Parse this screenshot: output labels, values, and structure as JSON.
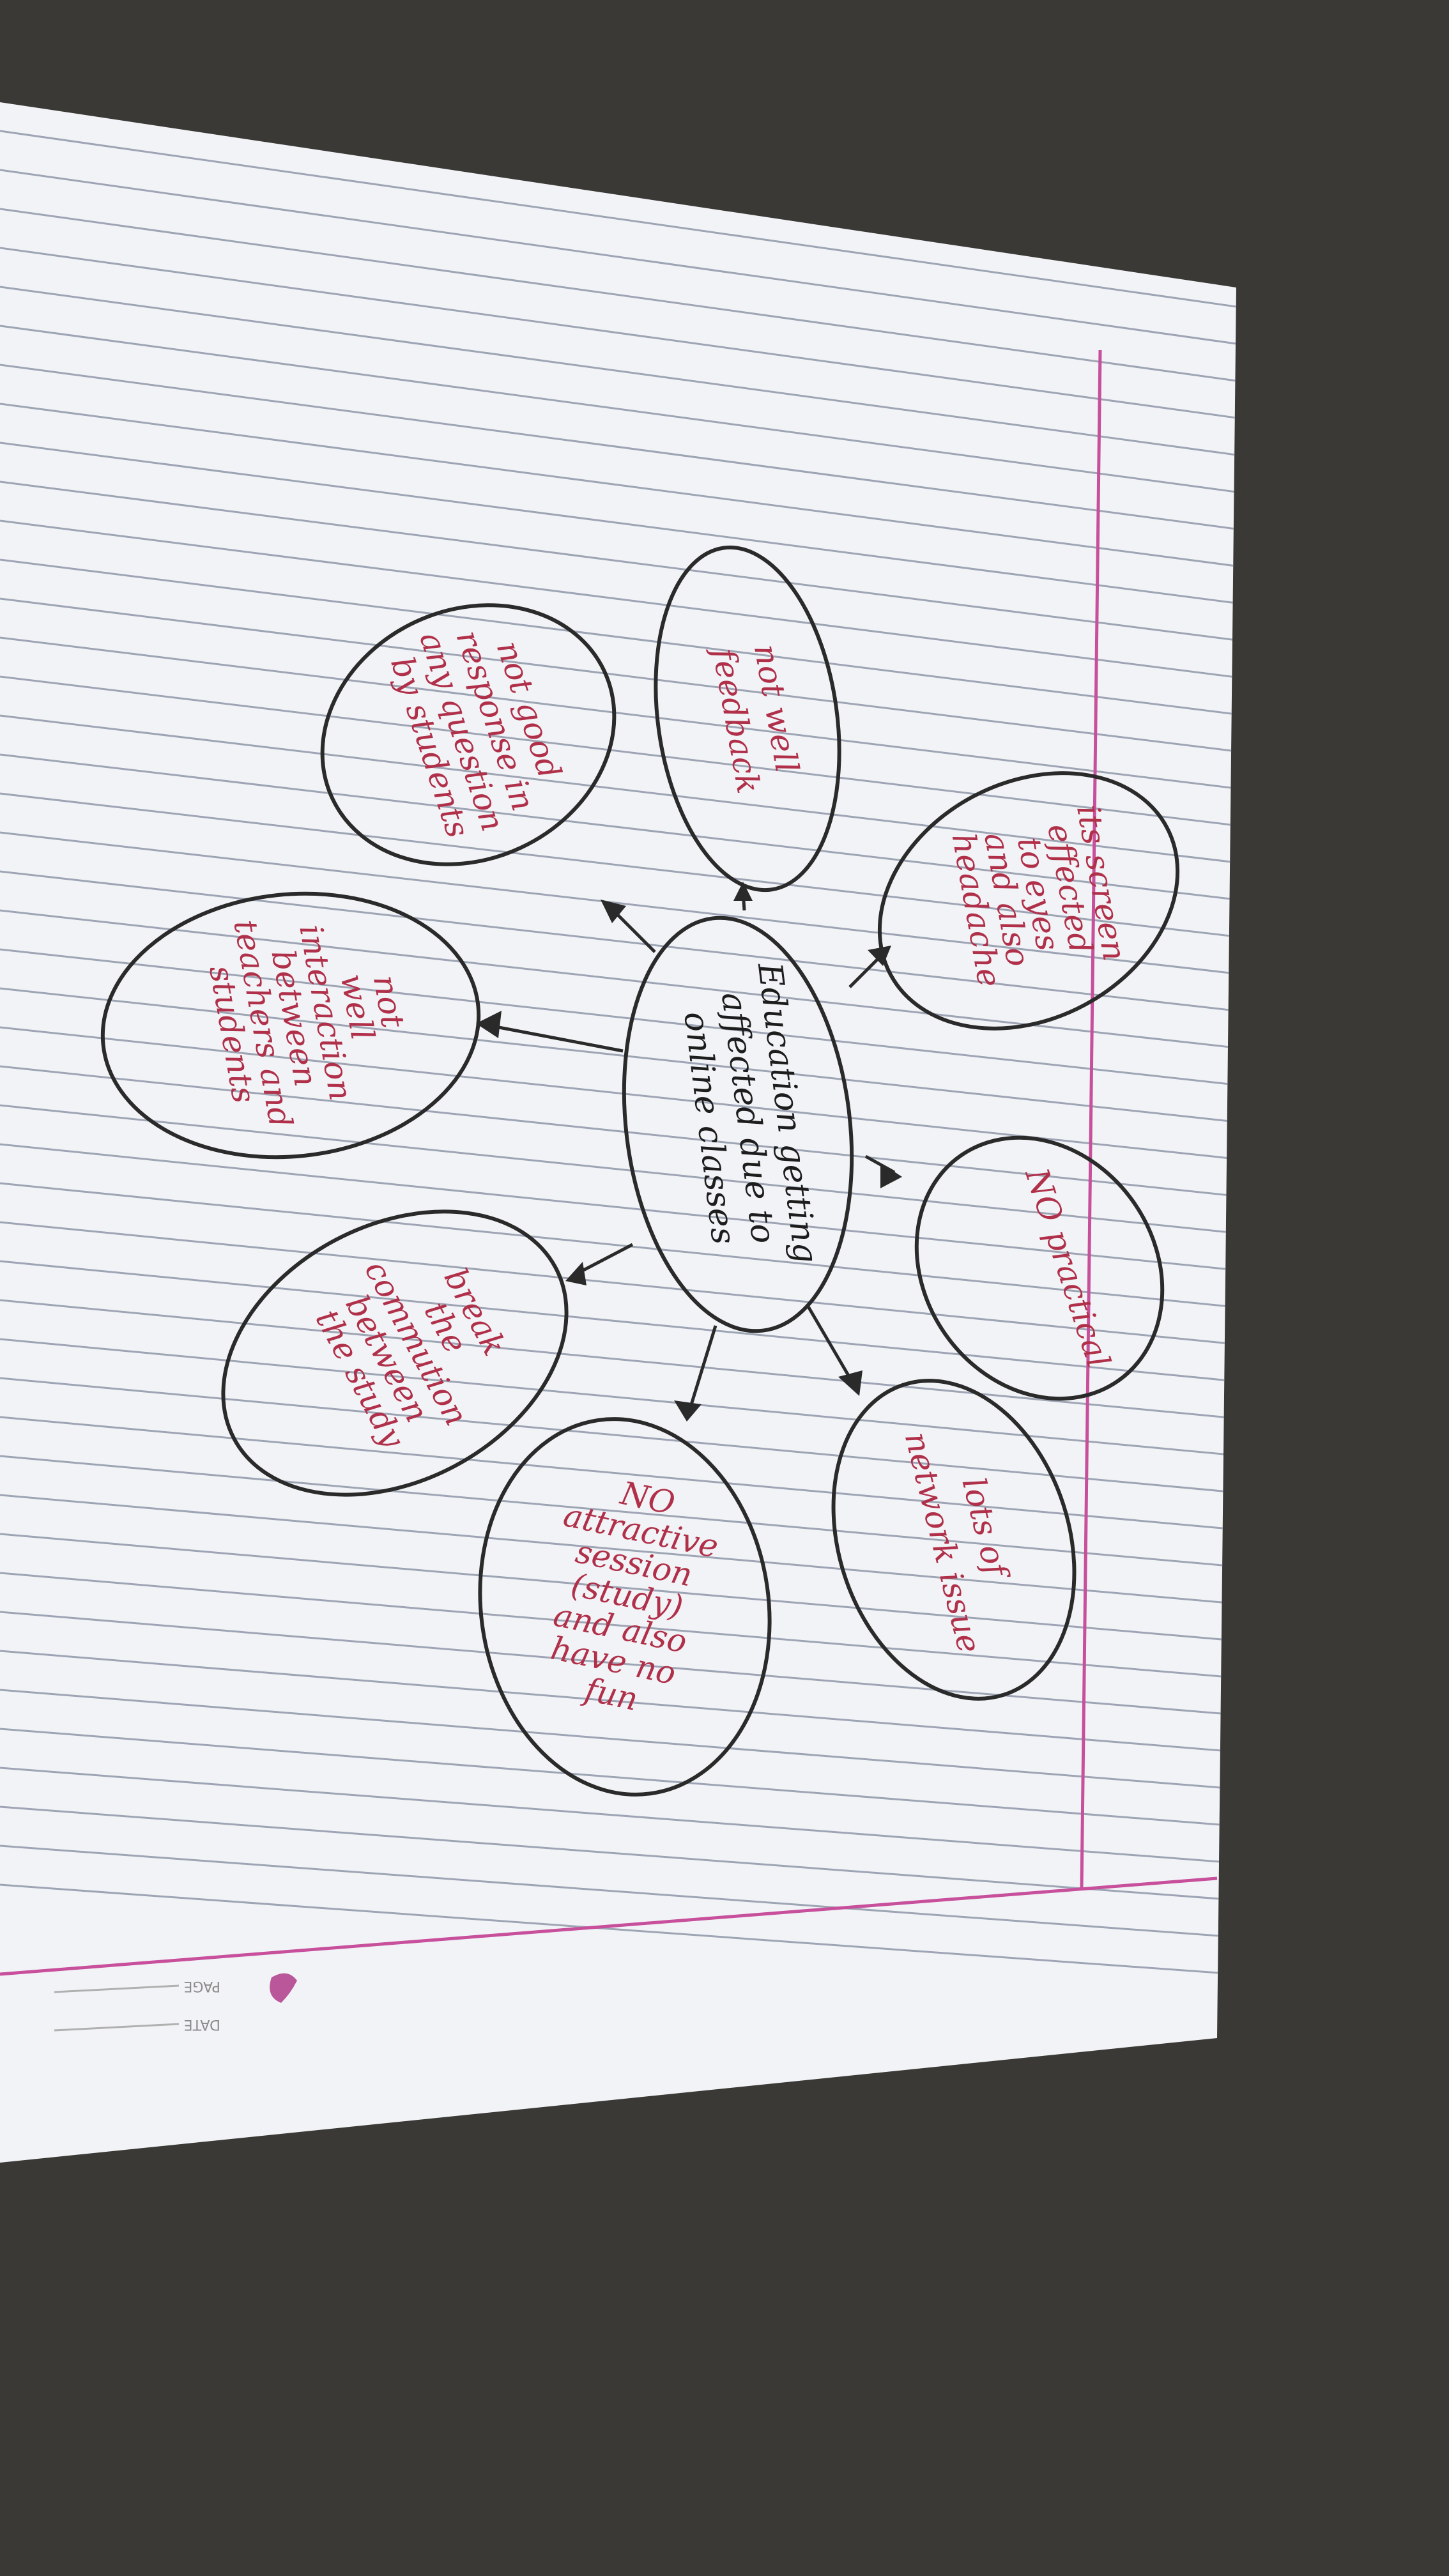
{
  "page_footer": {
    "date_label": "DATE",
    "page_label": "PAGE"
  },
  "mind_map": {
    "center": {
      "lines": [
        "Education getting",
        "affected due to",
        "online classes"
      ]
    },
    "nodes": [
      {
        "id": "screen",
        "lines": [
          "its screen",
          "effected",
          "to eyes",
          "and also",
          "headache"
        ]
      },
      {
        "id": "practical",
        "lines": [
          "NO practical"
        ]
      },
      {
        "id": "network",
        "lines": [
          "lots of",
          "network issue"
        ]
      },
      {
        "id": "attractive",
        "lines": [
          "NO",
          "attractive",
          "session",
          "(study)",
          "and also",
          "have no",
          "fun"
        ]
      },
      {
        "id": "break",
        "lines": [
          "break",
          "the",
          "commution",
          "between",
          "the study"
        ]
      },
      {
        "id": "interaction",
        "lines": [
          "not",
          "well",
          "interaction",
          "between",
          "teachers and",
          "students"
        ]
      },
      {
        "id": "response",
        "lines": [
          "not good",
          "response in",
          "any question",
          "by students"
        ]
      },
      {
        "id": "feedback",
        "lines": [
          "not well",
          "feedback"
        ]
      }
    ]
  },
  "colors": {
    "background": "#3a3936",
    "paper": "#f2f3f6",
    "rule_line": "#9da4b4",
    "margin_line": "#c74f9b",
    "ink_black": "#2a2a2a",
    "ink_red": "#b0304a"
  }
}
